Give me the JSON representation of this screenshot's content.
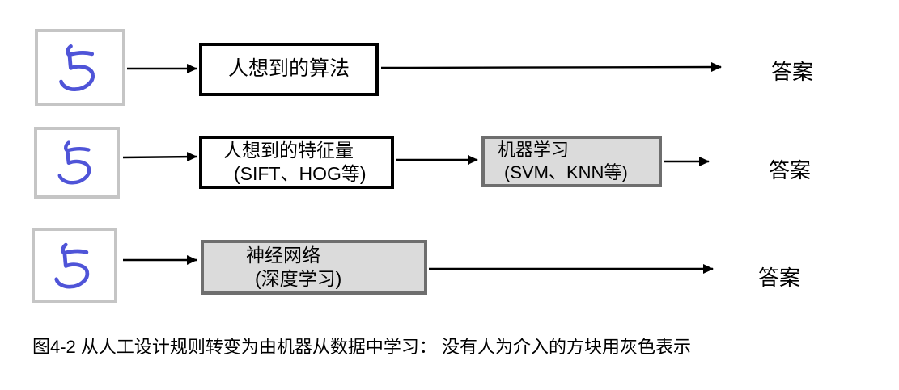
{
  "caption": "图4-2 从人工设计规则转变为由机器从数据中学习： 没有人为介入的方块用灰色表示",
  "rows": [
    {
      "input_digit": "5",
      "process_boxes": [
        {
          "kind": "human-designed-algorithm",
          "lines": [
            "人想到的算法"
          ]
        }
      ],
      "answer_label": "答案"
    },
    {
      "input_digit": "5",
      "process_boxes": [
        {
          "kind": "human-designed-features",
          "lines": [
            "人想到的特征量",
            "(SIFT、HOG等)"
          ]
        },
        {
          "kind": "machine-learning",
          "lines": [
            "机器学习",
            "(SVM、KNN等)"
          ]
        }
      ],
      "answer_label": "答案"
    },
    {
      "input_digit": "5",
      "process_boxes": [
        {
          "kind": "neural-network",
          "lines": [
            "神经网络",
            "(深度学习)"
          ]
        }
      ],
      "answer_label": "答案"
    }
  ],
  "colors": {
    "digit_stroke": "#4f54d8",
    "digit_box_border": "#c5c5c5",
    "white_box_border": "#000000",
    "gray_box_border": "#6e6e6e",
    "gray_box_fill": "#dbdbdb",
    "arrow": "#000000"
  }
}
